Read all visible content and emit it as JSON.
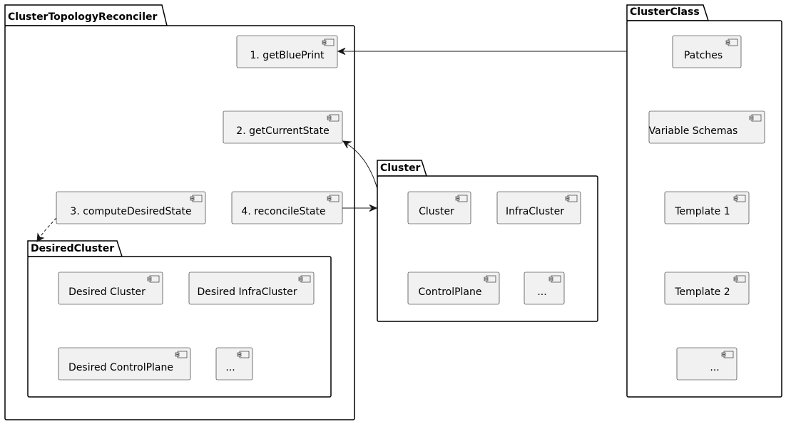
{
  "packages": {
    "reconciler": "ClusterTopologyReconciler",
    "desired": "DesiredCluster",
    "cluster": "Cluster",
    "clusterclass": "ClusterClass"
  },
  "components": {
    "getBluePrint": "1. getBluePrint",
    "getCurrentState": "2. getCurrentState",
    "computeDesiredState": "3. computeDesiredState",
    "reconcileState": "4. reconcileState",
    "desiredCluster": "Desired Cluster",
    "desiredInfraCluster": "Desired InfraCluster",
    "desiredControlPlane": "Desired ControlPlane",
    "desiredEllipsis": "...",
    "cluster": "Cluster",
    "infraCluster": "InfraCluster",
    "controlPlane": "ControlPlane",
    "clusterEllipsis": "...",
    "patches": "Patches",
    "variableSchemas": "Variable Schemas",
    "template1": "Template 1",
    "template2": "Template 2",
    "classEllipsis": "..."
  }
}
